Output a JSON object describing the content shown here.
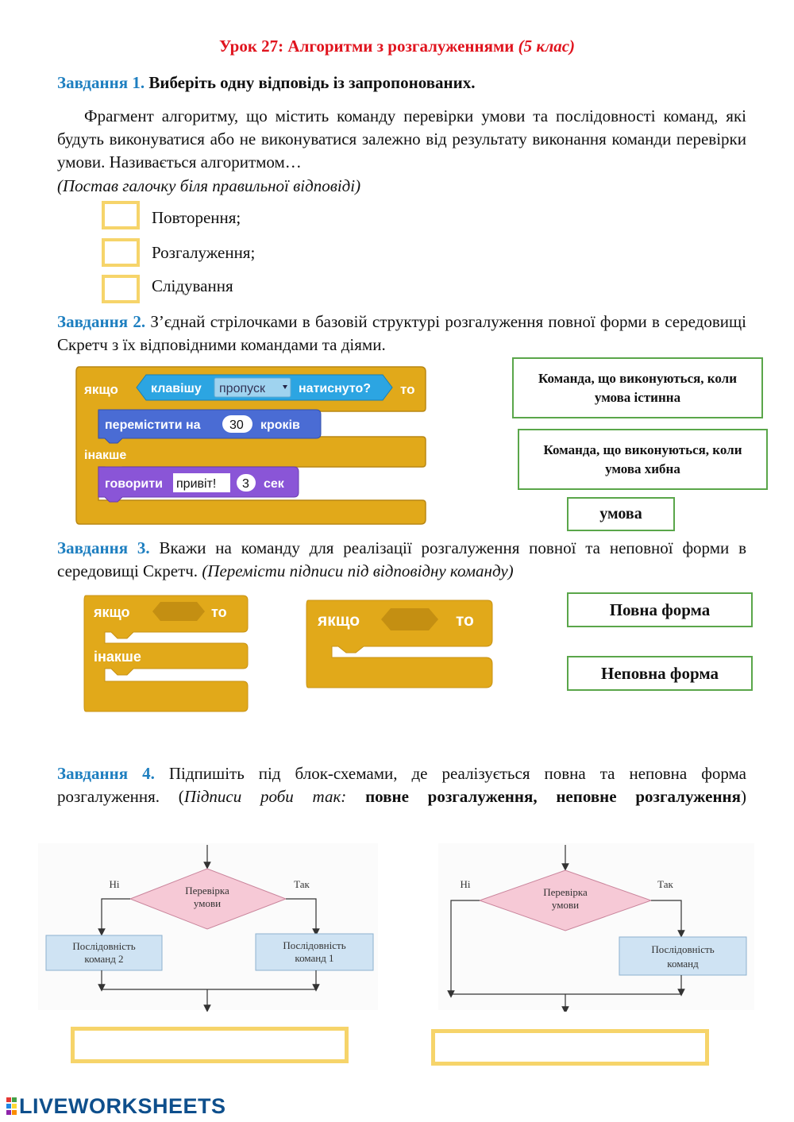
{
  "header": {
    "title_main": "Урок 27: Алгоритми з розгалуженнями",
    "title_grade": "(5 клас)"
  },
  "task1": {
    "label": "Завдання 1.",
    "instruction": "Виберіть одну відповідь із запропонованих.",
    "body": "Фрагмент алгоритму, що містить команду перевірки умови та послідовності команд, які будуть виконуватися або не виконуватися залежно від результату виконання команди перевірки умови. Називається алгоритмом…",
    "hint": "(Постав галочку біля правильної відповіді)",
    "options": [
      "Повторення;",
      "Розгалуження;",
      "Слідування"
    ]
  },
  "task2": {
    "label": "Завдання 2.",
    "text": "З’єднай стрілочками в базовій структурі розгалуження повної форми в середовищі Скретч з їх відповідними командами та діями.",
    "scratch": {
      "if": "якщо",
      "key": "клавішу",
      "key_value": "пропуск",
      "pressed": "натиснуто?",
      "then": "то",
      "move": "перемістити на",
      "move_steps": "30",
      "steps": "кроків",
      "else": "інакше",
      "say": "говорити",
      "say_text": "привіт!",
      "say_secs": "3",
      "secs": "сек"
    },
    "answers": [
      "Команда, що виконуються, коли умова істинна",
      "Команда, що виконуються, коли умова хибна",
      "умова"
    ]
  },
  "task3": {
    "label": "Завдання 3.",
    "text": "Вкажи на команду для реалізації розгалуження повної та неповної форми в середовищі Скретч.",
    "hint": "(Перемісти підписи під відповідну команду)",
    "block_full": {
      "if": "якщо",
      "then": "то",
      "else": "інакше"
    },
    "block_short": {
      "if": "якщо",
      "then": "то"
    },
    "answers": [
      "Повна форма",
      "Неповна форма"
    ]
  },
  "task4": {
    "label": "Завдання 4.",
    "text_a": "Підпишіть під блок-схемами, де реалізується повна та неповна форма розгалуження. (",
    "hint": "Підписи роби так:",
    "answers_example": "повне розгалуження, неповне розгалуження",
    "text_b": ")",
    "flow_full": {
      "no": "Ні",
      "yes": "Так",
      "condition_line1": "Перевірка",
      "condition_line2": "умови",
      "left_line1": "Послідовність",
      "left_line2": "команд 2",
      "right_line1": "Послідовність",
      "right_line2": "команд 1"
    },
    "flow_short": {
      "no": "Ні",
      "yes": "Так",
      "condition_line1": "Перевірка",
      "condition_line2": "умови",
      "right_line1": "Послідовність",
      "right_line2": "команд"
    }
  },
  "footer": {
    "logo_text": "LIVEWORKSHEETS"
  },
  "colors": {
    "title_red": "#e0141e",
    "task_blue": "#1e7fc0",
    "checkbox_yellow": "#f6d46a",
    "answer_green": "#5aa64a",
    "scratch_control": "#e1a91a",
    "scratch_sensing": "#2ca5e2",
    "scratch_motion": "#4a6cd4",
    "scratch_looks": "#8a55d7",
    "flow_diamond": "#f6c9d6",
    "flow_box": "#cfe3f3"
  }
}
